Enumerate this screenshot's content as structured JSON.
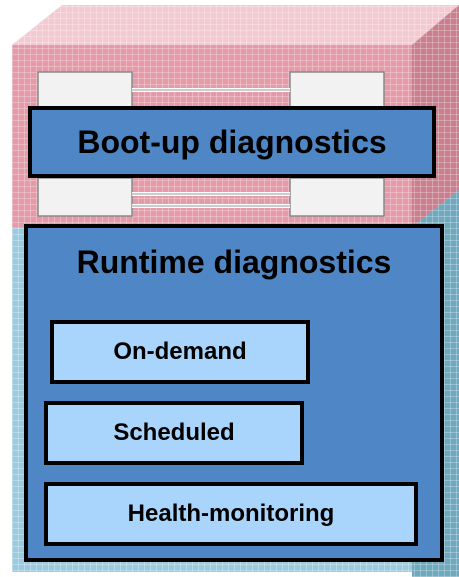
{
  "diagram": {
    "boot_label": "Boot-up diagnostics",
    "runtime_label": "Runtime diagnostics",
    "runtime_items": [
      "On-demand",
      "Scheduled",
      "Health-monitoring"
    ]
  },
  "colors": {
    "upper_block": "#e49aa8",
    "lower_block": "#9ccbe0",
    "main_box": "#4f86c6",
    "sub_box": "#a9d4fb",
    "border": "#000000"
  }
}
